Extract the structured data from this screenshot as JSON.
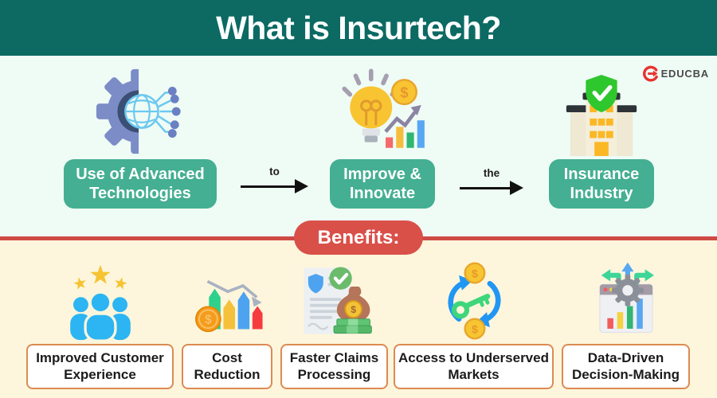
{
  "header": {
    "title": "What is Insurtech?"
  },
  "brand": {
    "name": "EDUCBA",
    "logo_icon": "educba-e-icon"
  },
  "flow": {
    "steps": [
      {
        "icon": "gear-globe-circuit-icon",
        "label": "Use of Advanced Technologies"
      },
      {
        "icon": "lightbulb-growth-icon",
        "label": "Improve & Innovate"
      },
      {
        "icon": "insured-building-icon",
        "label": "Insurance Industry"
      }
    ],
    "connectors": [
      {
        "label": "to"
      },
      {
        "label": "the"
      }
    ]
  },
  "benefits": {
    "banner_label": "Benefits:",
    "items": [
      {
        "icon": "customers-stars-icon",
        "label": "Improved Customer Experience"
      },
      {
        "icon": "cost-reduction-chart-icon",
        "label": "Cost Reduction"
      },
      {
        "icon": "claims-document-icon",
        "label": "Faster Claims Processing"
      },
      {
        "icon": "key-coins-cycle-icon",
        "label": "Access to Underserved Markets"
      },
      {
        "icon": "data-window-gear-icon",
        "label": "Data-Driven Decision-Making"
      }
    ]
  },
  "colors": {
    "header_bg": "#0c6a63",
    "flow_bg": "#effbf5",
    "step_box_green": "#44af92",
    "banner_red": "#d95049",
    "divider_red": "#cf4a45",
    "benefits_bg": "#fdf6dc",
    "benefit_box_border": "#dd8a52",
    "logo_red": "#e8332f",
    "text_dark": "#1b1b1b"
  }
}
